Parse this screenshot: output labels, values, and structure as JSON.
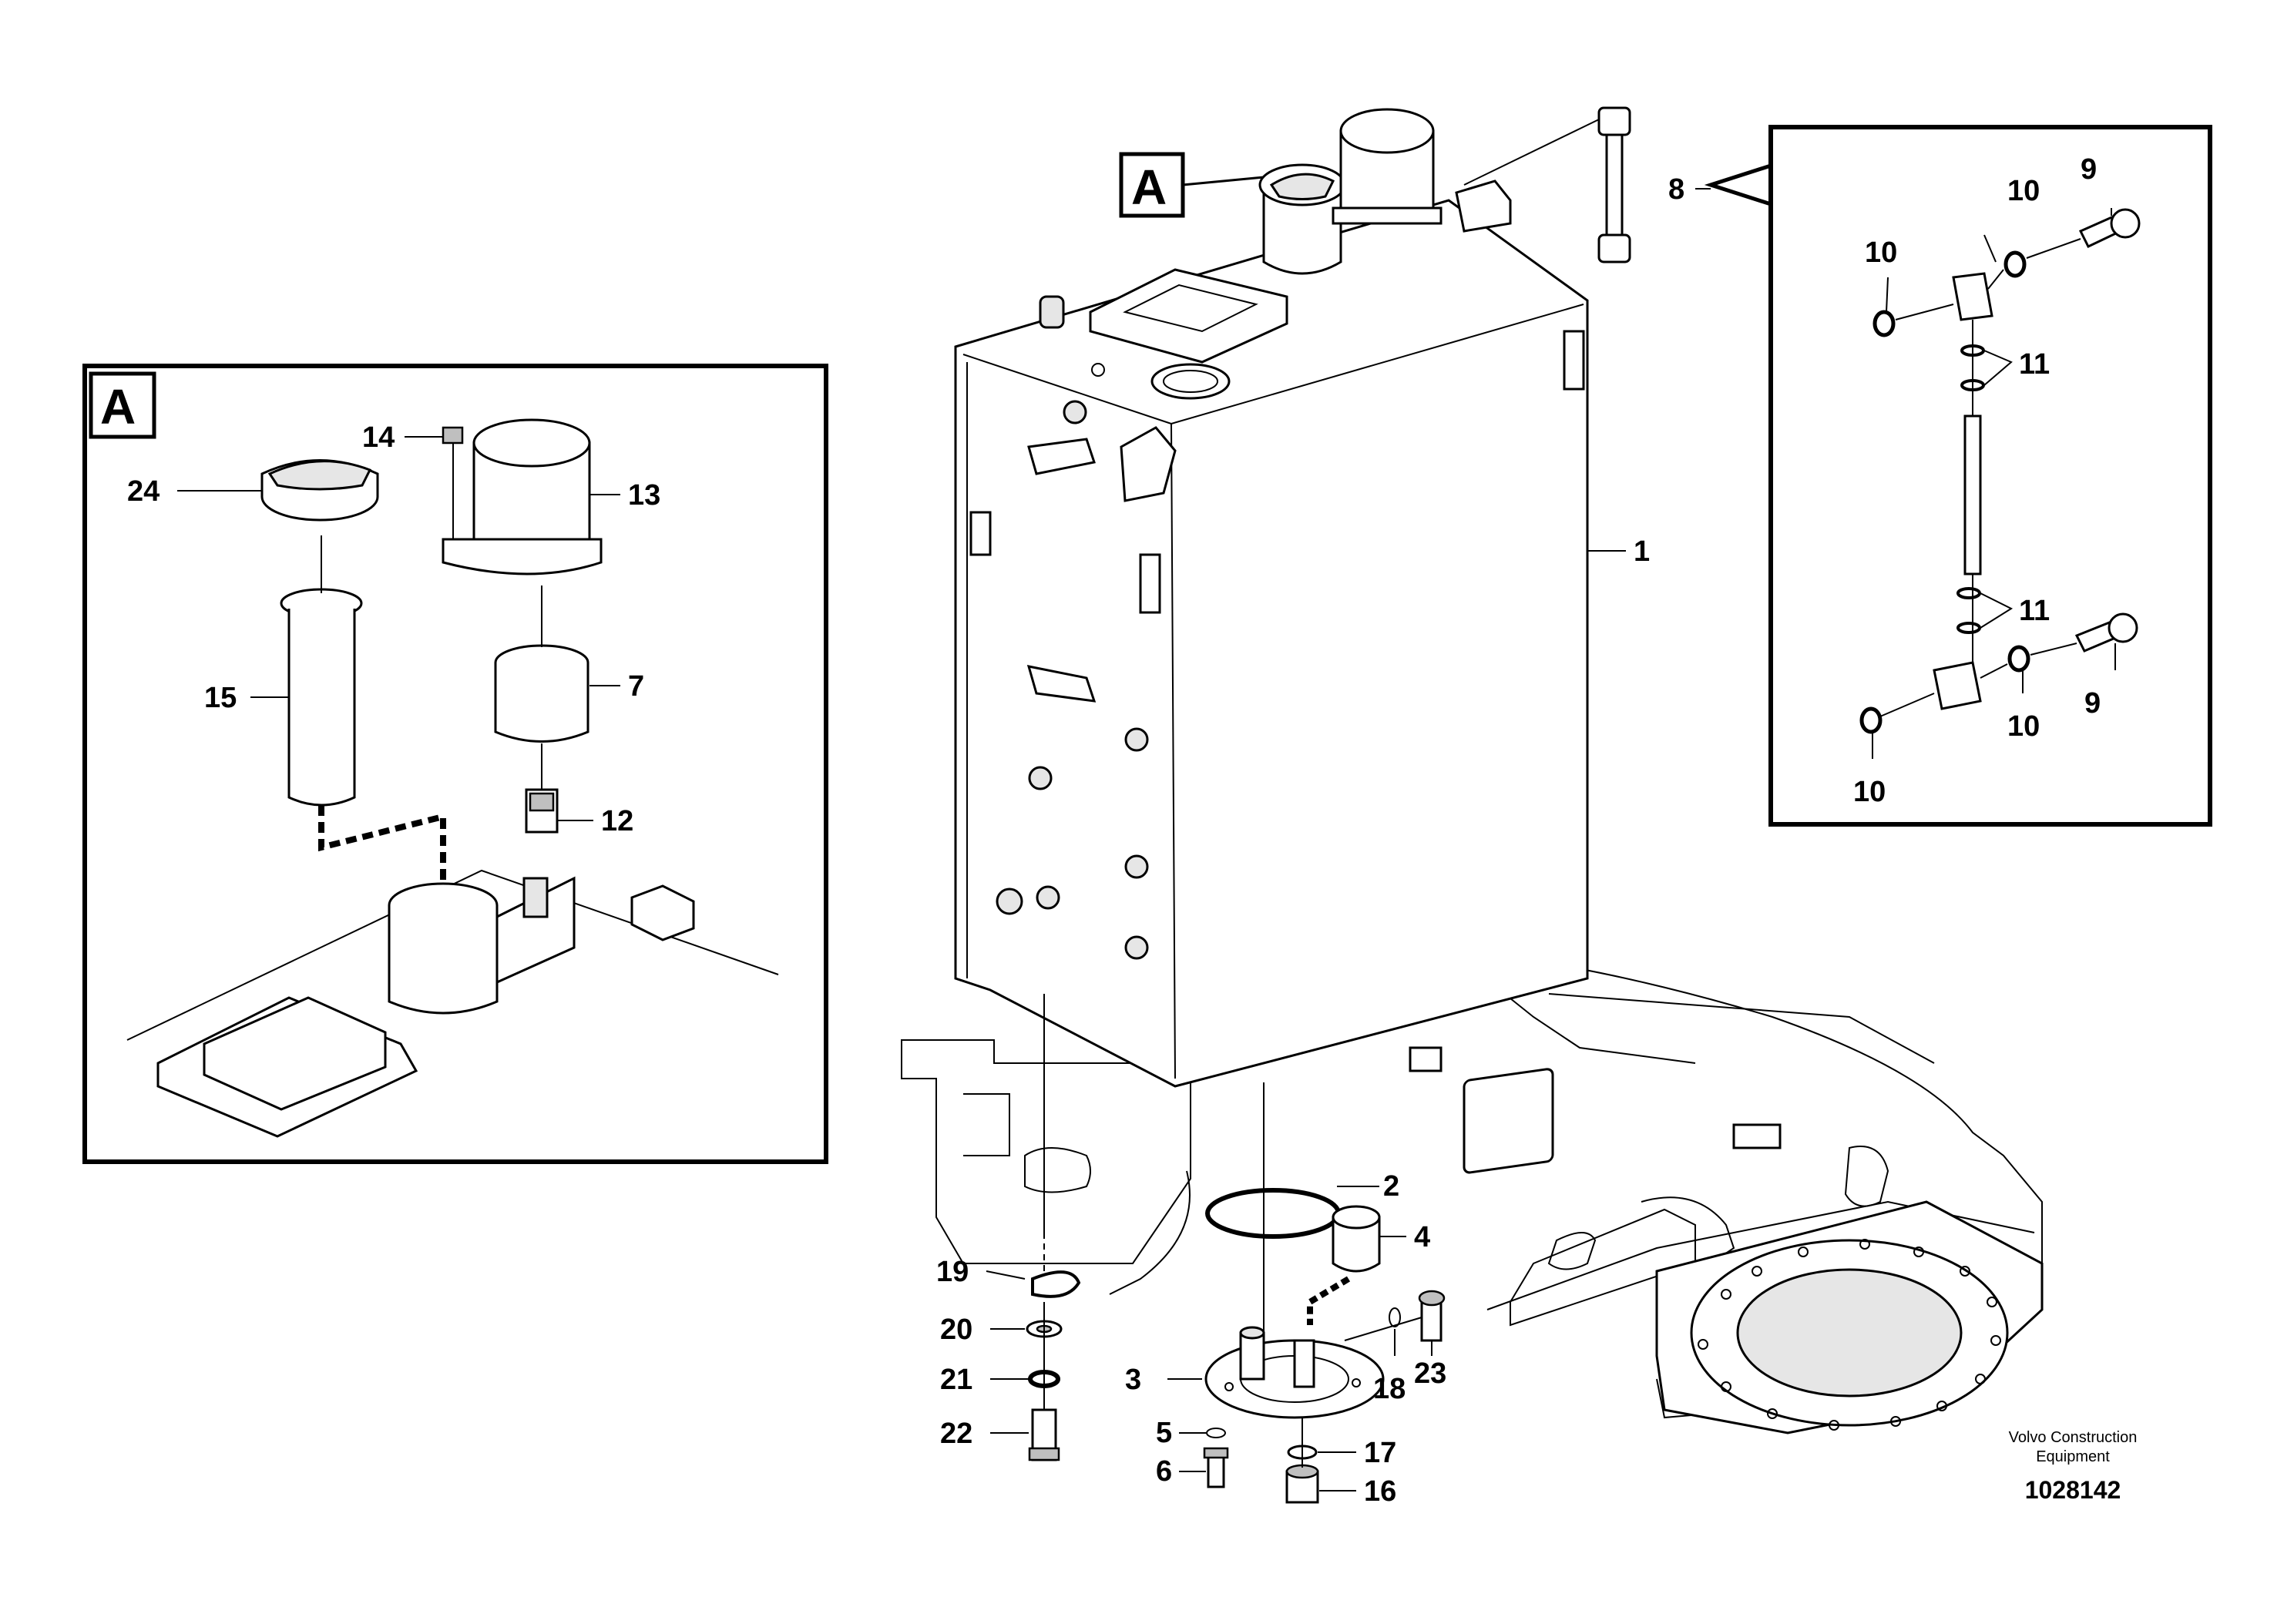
{
  "diagram": {
    "view_marker": "A",
    "caption_line1": "Volvo Construction",
    "caption_line2": "Equipment",
    "part_number": "1028142",
    "callouts": {
      "c1": "1",
      "c2": "2",
      "c3": "3",
      "c4": "4",
      "c5": "5",
      "c6": "6",
      "c7": "7",
      "c8": "8",
      "c9a": "9",
      "c9b": "9",
      "c10a": "10",
      "c10b": "10",
      "c10c": "10",
      "c10d": "10",
      "c11a": "11",
      "c11b": "11",
      "c12": "12",
      "c13": "13",
      "c14": "14",
      "c15": "15",
      "c16": "16",
      "c17": "17",
      "c18": "18",
      "c19": "19",
      "c20": "20",
      "c21": "21",
      "c22": "22",
      "c23": "23",
      "c24": "24"
    }
  }
}
